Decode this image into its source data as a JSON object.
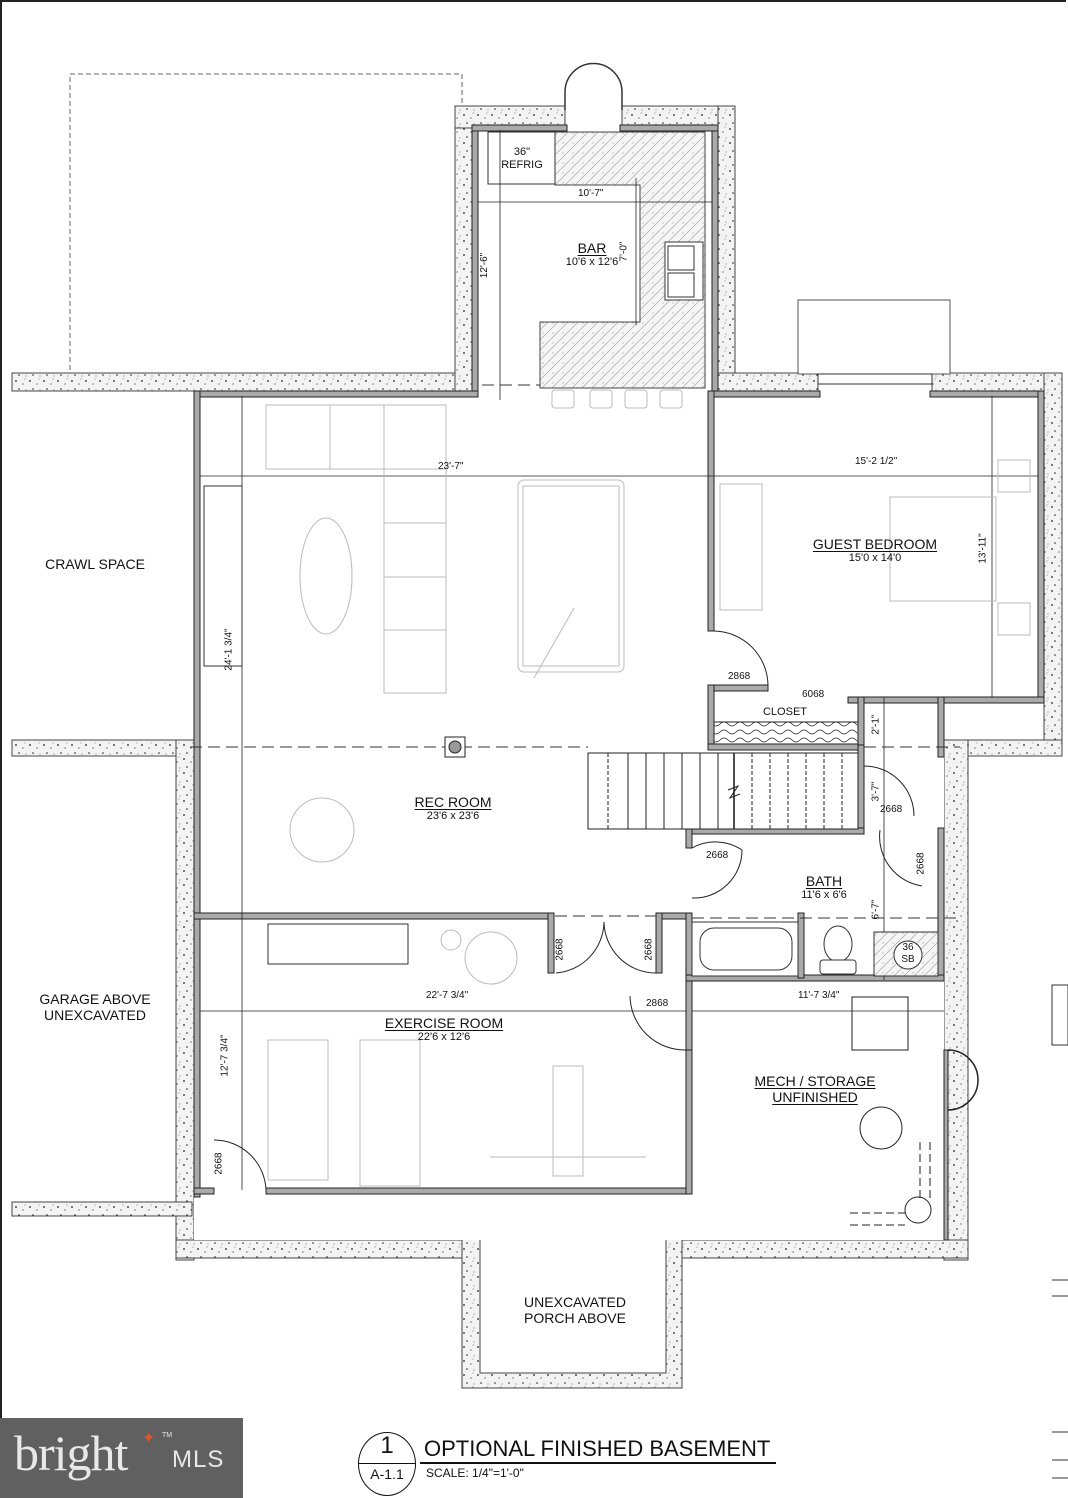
{
  "drawing": {
    "title": "OPTIONAL FINISHED BASEMENT",
    "scale": "SCALE: 1/4\"=1'-0\"",
    "detail_number": "1",
    "sheet_number": "A-1.1"
  },
  "watermark": {
    "brand": "bright",
    "suffix": "MLS",
    "trademark": "TM",
    "accent_color": "#e0552a",
    "background": "#606060"
  },
  "rooms": {
    "bar": {
      "name": "BAR",
      "size": "10'6 x 12'6"
    },
    "guest_bedroom": {
      "name": "GUEST BEDROOM",
      "size": "15'0 x 14'0"
    },
    "rec_room": {
      "name": "REC ROOM",
      "size": "23'6 x 23'6"
    },
    "bath": {
      "name": "BATH",
      "size": "11'6 x 6'6"
    },
    "exercise_room": {
      "name": "EXERCISE ROOM",
      "size": "22'6 x 12'6"
    },
    "mech_storage": {
      "name_line1": "MECH / STORAGE",
      "name_line2": "UNFINISHED"
    },
    "closet": {
      "name": "CLOSET"
    }
  },
  "areas": {
    "crawl_space": "CRAWL SPACE",
    "garage_line1": "GARAGE ABOVE",
    "garage_line2": "UNEXCAVATED",
    "porch_line1": "UNEXCAVATED",
    "porch_line2": "PORCH ABOVE"
  },
  "fixtures": {
    "refrig_line1": "36\"",
    "refrig_line2": "REFRIG",
    "sink_line1": "36",
    "sink_line2": "SB"
  },
  "dimensions": {
    "bar_width": "10'-7\"",
    "bar_depth": "12'-6\"",
    "bar_counter": "7'-0\"",
    "rec_width": "23'-7\"",
    "rec_depth": "24'-1 3/4\"",
    "bedroom_width": "15'-2 1/2\"",
    "bedroom_depth": "13'-11\"",
    "hall_a": "2'-1\"",
    "hall_b": "3'-7\"",
    "bath_depth": "6'-7\"",
    "exercise_width": "22'-7 3/4\"",
    "exercise_depth": "12'-7 3/4\"",
    "mech_width": "11'-7 3/4\""
  },
  "door_tags": {
    "bedroom_door": "2868",
    "closet_door": "6068",
    "hall_door": "2668",
    "bath_door_left": "2668",
    "bath_door_right": "2668",
    "exercise_door_left": "2668",
    "exercise_door_right": "2668",
    "mech_door": "2868",
    "exercise_corner_door": "2668"
  }
}
